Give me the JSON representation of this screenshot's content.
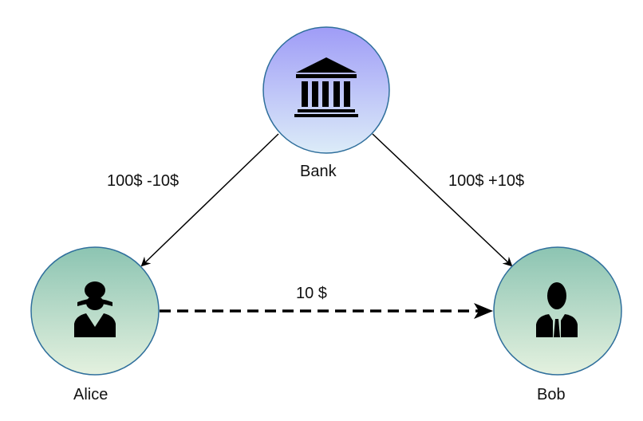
{
  "nodes": {
    "bank": {
      "label": "Bank",
      "icon": "bank-icon",
      "fill_top": "#9f9cf7",
      "fill_bottom": "#dcecf8"
    },
    "alice": {
      "label": "Alice",
      "icon": "woman-user-icon",
      "fill_top": "#8cc4b2",
      "fill_bottom": "#e4f1df"
    },
    "bob": {
      "label": "Bob",
      "icon": "man-user-icon",
      "fill_top": "#8cc4b2",
      "fill_bottom": "#e4f1df"
    }
  },
  "edges": {
    "bank_to_alice": {
      "label": "100$ -10$"
    },
    "bank_to_bob": {
      "label": "100$ +10$"
    },
    "alice_to_bob": {
      "label": "10 $"
    }
  },
  "colors": {
    "stroke": "#2f6f9c",
    "edge": "#000000"
  }
}
